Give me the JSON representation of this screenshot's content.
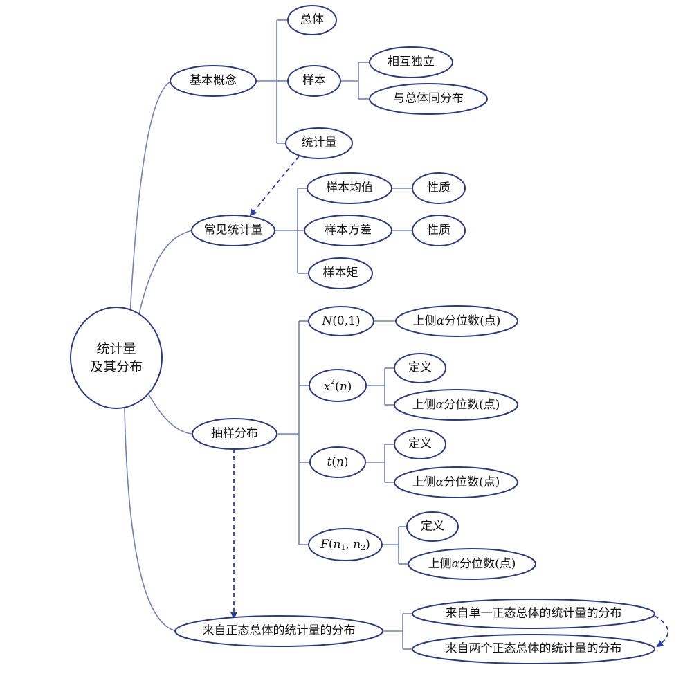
{
  "nodes": {
    "root_line1": "统计量",
    "root_line2": "及其分布",
    "basic": "基本概念",
    "population": "总体",
    "sample": "样本",
    "independent": "相互独立",
    "same_dist": "与总体同分布",
    "statistic": "统计量",
    "common": "常见统计量",
    "mean": "样本均值",
    "mean_prop": "性质",
    "variance": "样本方差",
    "var_prop": "性质",
    "moment": "样本矩",
    "sampling": "抽样分布",
    "normal": {
      "name": "N",
      "args": "(0,1)"
    },
    "normal_quant": {
      "pre": "上侧",
      "alpha": "α",
      "post": "分位数(点)"
    },
    "chi": {
      "name": "x",
      "sup": "2",
      "open": "(",
      "arg": "n",
      "close": ")"
    },
    "chi_def": "定义",
    "chi_quant": {
      "pre": "上侧",
      "alpha": "α",
      "post": "分位数(点)"
    },
    "t": {
      "name": "t",
      "open": "(",
      "arg": "n",
      "close": ")"
    },
    "t_def": "定义",
    "t_quant": {
      "pre": "上侧",
      "alpha": "α",
      "post": "分位数(点)"
    },
    "f": {
      "name": "F",
      "open": "(",
      "n1": "n",
      "sub1": "1",
      "comma": ", ",
      "n2": "n",
      "sub2": "2",
      "close": ")"
    },
    "f_def": "定义",
    "f_quant": {
      "pre": "上侧",
      "alpha": "α",
      "post": "分位数(点)"
    },
    "normal_pop": "来自正态总体的统计量的分布",
    "single_pop": "来自单一正态总体的统计量的分布",
    "two_pop": "来自两个正态总体的统计量的分布"
  },
  "colors": {
    "node_stroke": "#2e3a78",
    "link": "#7580ad",
    "dashed_arrow": "#2f3f9a"
  }
}
